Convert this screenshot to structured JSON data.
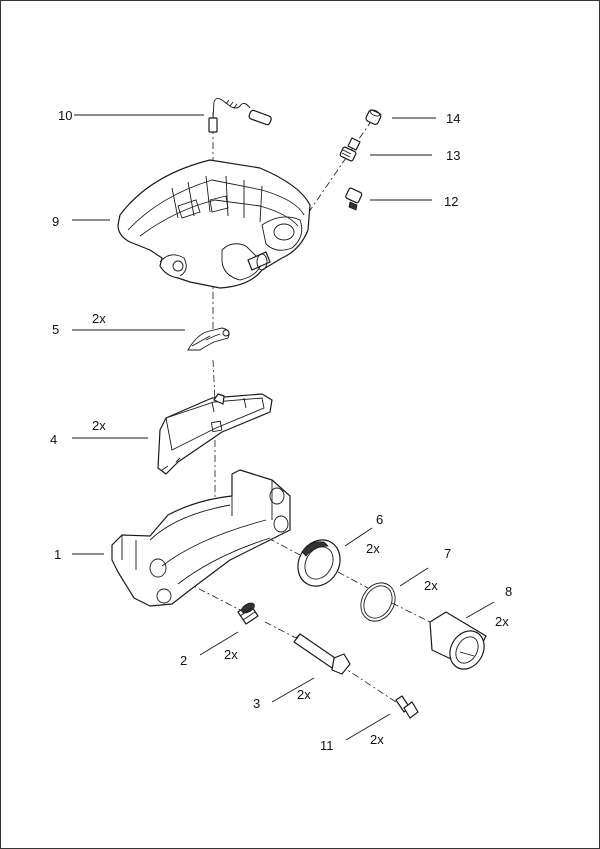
{
  "callouts": {
    "p1": {
      "number": "1",
      "qty": ""
    },
    "p2": {
      "number": "2",
      "qty": "2x"
    },
    "p3": {
      "number": "3",
      "qty": "2x"
    },
    "p4": {
      "number": "4",
      "qty": "2x"
    },
    "p5": {
      "number": "5",
      "qty": "2x"
    },
    "p6": {
      "number": "6",
      "qty": "2x"
    },
    "p7": {
      "number": "7",
      "qty": "2x"
    },
    "p8": {
      "number": "8",
      "qty": "2x"
    },
    "p9": {
      "number": "9",
      "qty": ""
    },
    "p10": {
      "number": "10",
      "qty": ""
    },
    "p11": {
      "number": "11",
      "qty": "2x"
    },
    "p12": {
      "number": "12",
      "qty": ""
    },
    "p13": {
      "number": "13",
      "qty": ""
    },
    "p14": {
      "number": "14",
      "qty": ""
    }
  },
  "colors": {
    "ink": "#1a1a1a",
    "paper": "#ffffff",
    "frame": "#333333"
  }
}
